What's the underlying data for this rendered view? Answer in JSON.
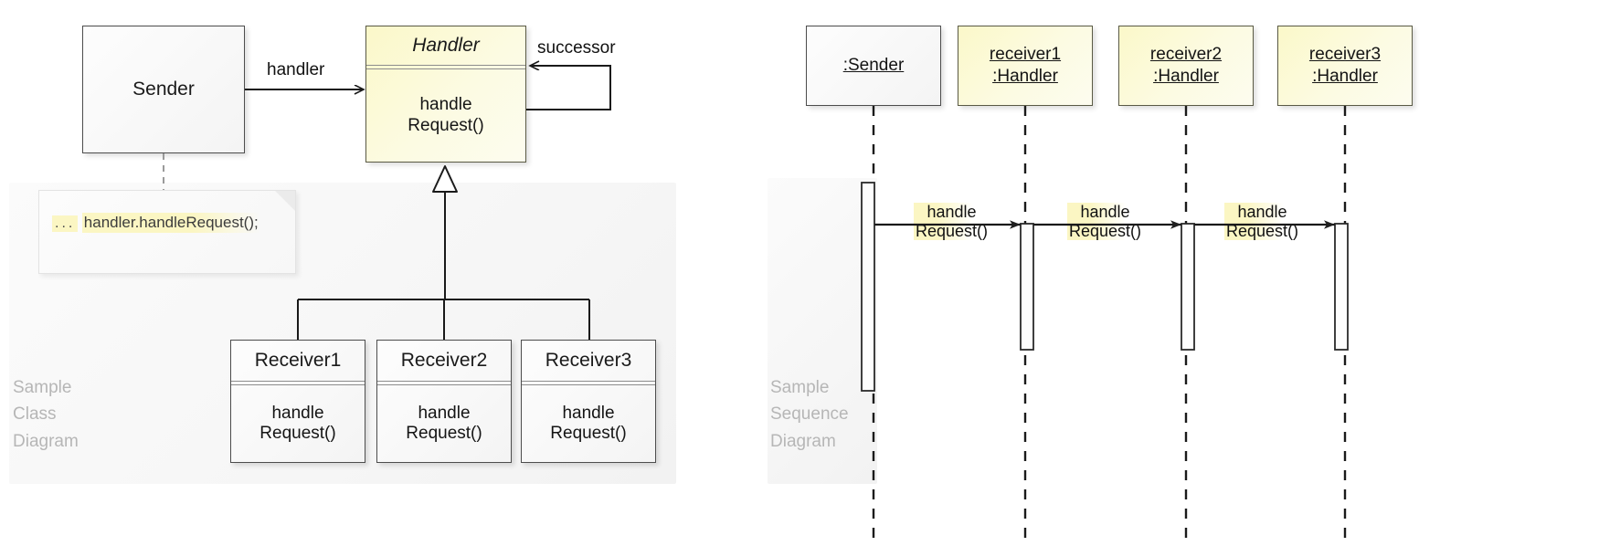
{
  "class_diagram": {
    "watermark": "Sample\nClass\nDiagram",
    "sender": {
      "name": "Sender"
    },
    "handler": {
      "name": "Handler",
      "abstract": true,
      "operations": "handle\nRequest()"
    },
    "receivers": [
      {
        "name": "Receiver1",
        "operations": "handle\nRequest()"
      },
      {
        "name": "Receiver2",
        "operations": "handle\nRequest()"
      },
      {
        "name": "Receiver3",
        "operations": "handle\nRequest()"
      }
    ],
    "association_label": "handler",
    "self_association_label": "successor",
    "note": {
      "ellipsis": "...",
      "code": "handler.handleRequest();"
    },
    "colors": {
      "handler_fill": "#fbf8c9",
      "plain_fill": "#f8f8f8",
      "stroke": "#4d4d4d",
      "highlight": "#fbf6c3",
      "watermark": "#b6b6b6"
    }
  },
  "sequence_diagram": {
    "watermark": "Sample\nSequence\nDiagram",
    "lifelines": [
      {
        "name": ":Sender",
        "second_line": "",
        "style": "plain"
      },
      {
        "name": "receiver1",
        "second_line": ":Handler",
        "style": "handler"
      },
      {
        "name": "receiver2",
        "second_line": ":Handler",
        "style": "handler"
      },
      {
        "name": "receiver3",
        "second_line": ":Handler",
        "style": "handler"
      }
    ],
    "messages": [
      {
        "label": "handle\nRequest()",
        "from": ":Sender",
        "to": "receiver1:Handler"
      },
      {
        "label": "handle\nRequest()",
        "from": "receiver1:Handler",
        "to": "receiver2:Handler"
      },
      {
        "label": "handle\nRequest()",
        "from": "receiver2:Handler",
        "to": "receiver3:Handler"
      }
    ]
  }
}
